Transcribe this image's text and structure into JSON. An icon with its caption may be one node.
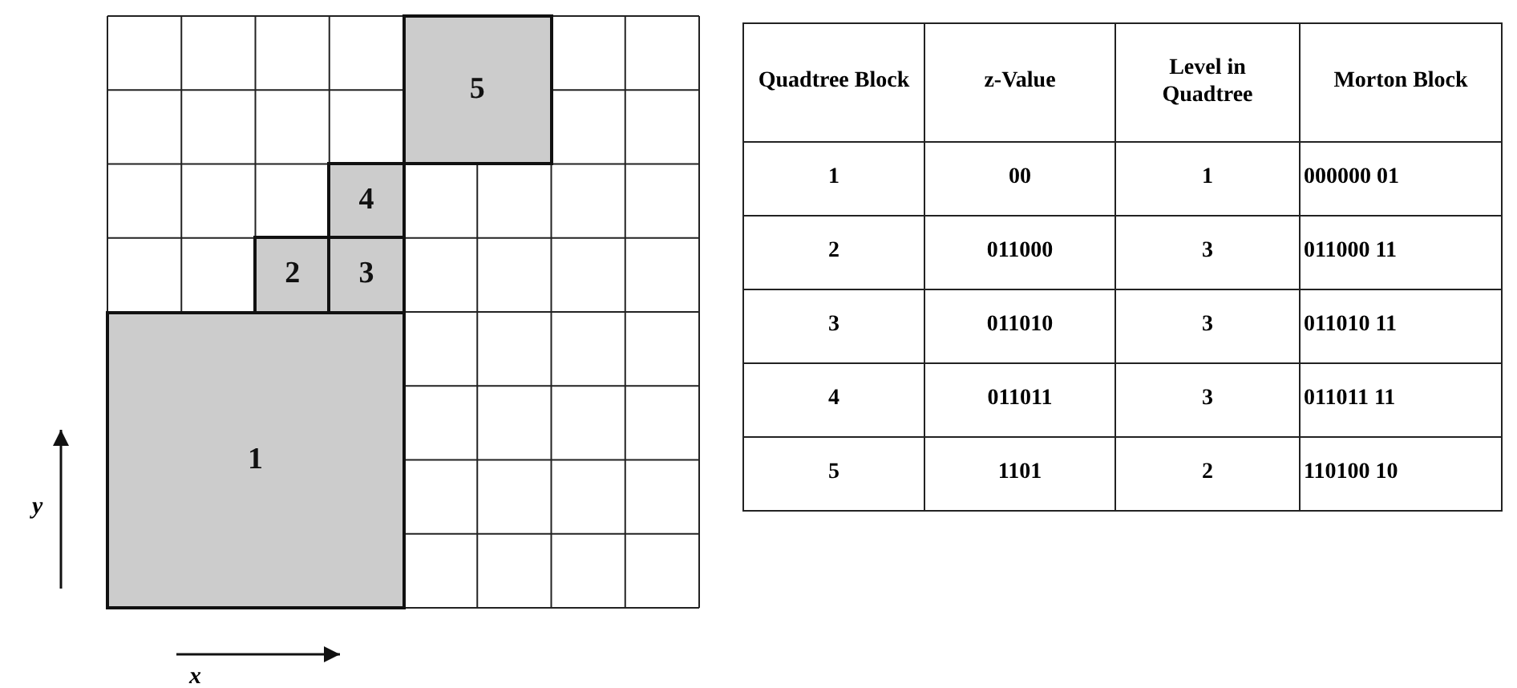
{
  "diagram": {
    "nodes": [
      {
        "text": [
          "1"
        ]
      },
      {
        "text": [
          "2"
        ]
      },
      {
        "text": [
          "3"
        ]
      },
      {
        "text": [
          "4"
        ]
      },
      {
        "text": [
          "5"
        ]
      }
    ],
    "labels": [
      "Quadtree Block",
      "z-Value",
      "Level in Quadtree",
      "Morton Block",
      "1",
      "00",
      "1",
      "000000 01",
      "2",
      "011000",
      "3",
      "011000 11",
      "3",
      "011010",
      "3",
      "011010 11",
      "4",
      "011011",
      "3",
      "011011 11",
      "5",
      "1101",
      "2",
      "110100 10",
      "y",
      "x"
    ]
  }
}
